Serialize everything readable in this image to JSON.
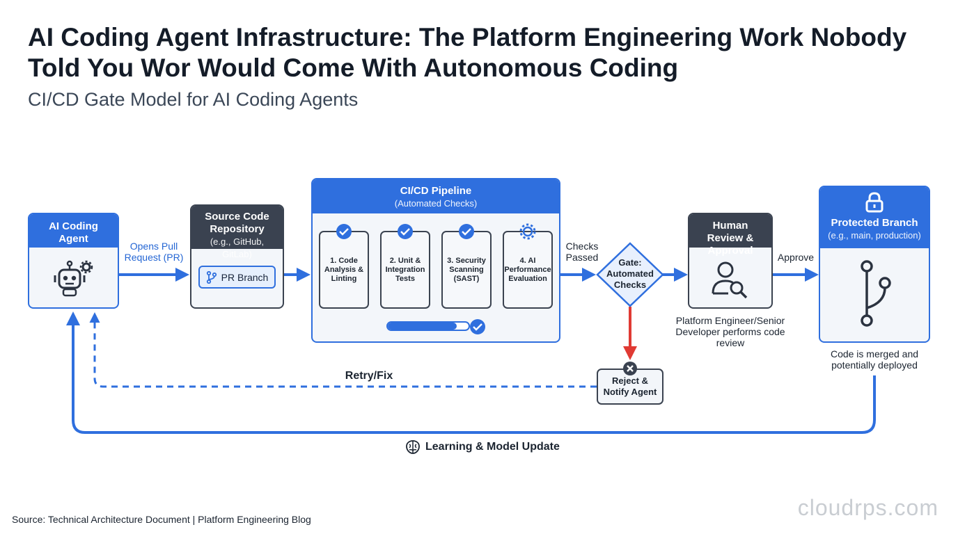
{
  "header": {
    "title": "AI Coding Agent Infrastructure: The Platform Engineering Work Nobody Told You Wor Would Come With Autonomous Coding",
    "subtitle": "CI/CD Gate Model for AI Coding Agents"
  },
  "nodes": {
    "agent": {
      "title": "AI Coding Agent",
      "icon": "robot-gear-icon"
    },
    "repo": {
      "title": "Source Code Repository",
      "subtitle": "(e.g., GitHub, GitLab)",
      "branch_label": "PR Branch",
      "branch_icon": "git-branch-icon"
    },
    "pipeline": {
      "title": "CI/CD Pipeline",
      "subtitle": "(Automated Checks)",
      "steps": [
        {
          "label": "1. Code Analysis & Linting",
          "icon": "check-circle-icon"
        },
        {
          "label": "2. Unit & Integration Tests",
          "icon": "check-circle-icon"
        },
        {
          "label": "3. Security Scanning (SAST)",
          "icon": "check-circle-icon"
        },
        {
          "label": "4. AI Performance Evaluation",
          "icon": "gear-icon"
        }
      ],
      "progress": 0.85
    },
    "gate": {
      "label": "Gate: Automated Checks"
    },
    "review": {
      "title": "Human Review & Approval",
      "caption": "Platform Engineer/Senior Developer performs code review",
      "icon": "user-search-icon"
    },
    "protected": {
      "title": "Protected Branch",
      "subtitle": "(e.g., main, production)",
      "caption": "Code is merged and potentially deployed",
      "icon": "lock-icon",
      "branch_icon": "git-merge-icon"
    },
    "reject": {
      "label": "Reject & Notify Agent",
      "icon": "x-circle-icon"
    }
  },
  "edges": {
    "opens_pr": "Opens Pull Request (PR)",
    "checks_passed": "Checks Passed",
    "approve": "Approve",
    "retry": "Retry/Fix",
    "learning": "Learning & Model Update",
    "learning_icon": "brain-icon"
  },
  "colors": {
    "accent": "#2f6fde",
    "dark": "#3a4250",
    "reject": "#e03a33"
  },
  "footer": {
    "source": "Source: Technical Architecture Document | Platform Engineering Blog",
    "watermark": "cloudrps.com"
  }
}
